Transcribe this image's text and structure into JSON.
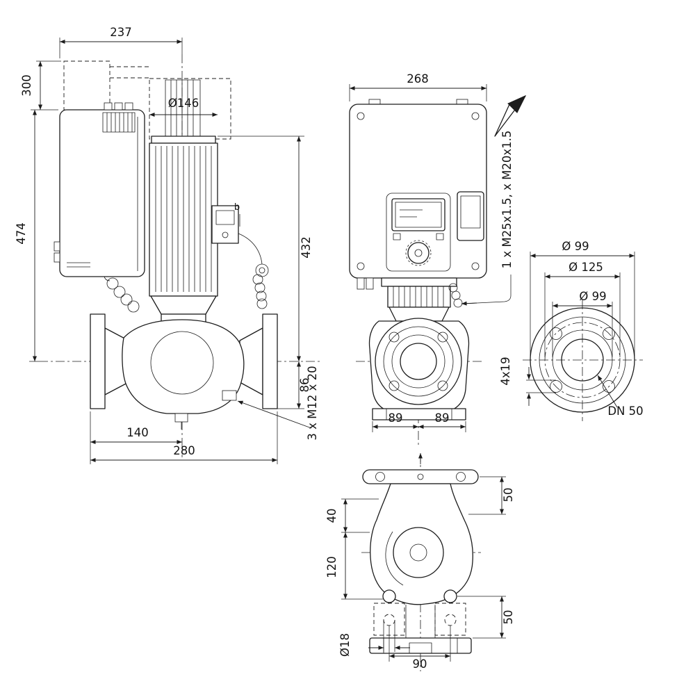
{
  "document": {
    "type": "pump-dimensional-drawing"
  },
  "views": {
    "side": {
      "dim_top_width": "237",
      "dim_upper_height": "300",
      "dim_total_height": "474",
      "motor_diameter": "Ø146",
      "dim_motor_height": "432",
      "dim_base_height": "86",
      "dim_center_to_flange": "140",
      "dim_flange_to_flange": "280",
      "fastener_note": "3 x M12 x 20",
      "ref_label": "b"
    },
    "front": {
      "dim_width": "268",
      "gland_note": "1 x M25x1.5, x M20x1.5",
      "dim_left_half": "89",
      "dim_right_half": "89"
    },
    "flange": {
      "dim_outer_diameter": "Ø 99",
      "dim_bolt_circle": "Ø 125",
      "dim_hub_diameter": "Ø 99",
      "hole_note": "4x19",
      "nominal_diameter": "DN 50"
    },
    "top": {
      "dim_top_offset": "50",
      "dim_upper_offset": "40",
      "dim_lower_offset": "120",
      "dim_bottom_offset": "50",
      "hole_diameter": "Ø18",
      "dim_foot_spacing": "90"
    }
  }
}
